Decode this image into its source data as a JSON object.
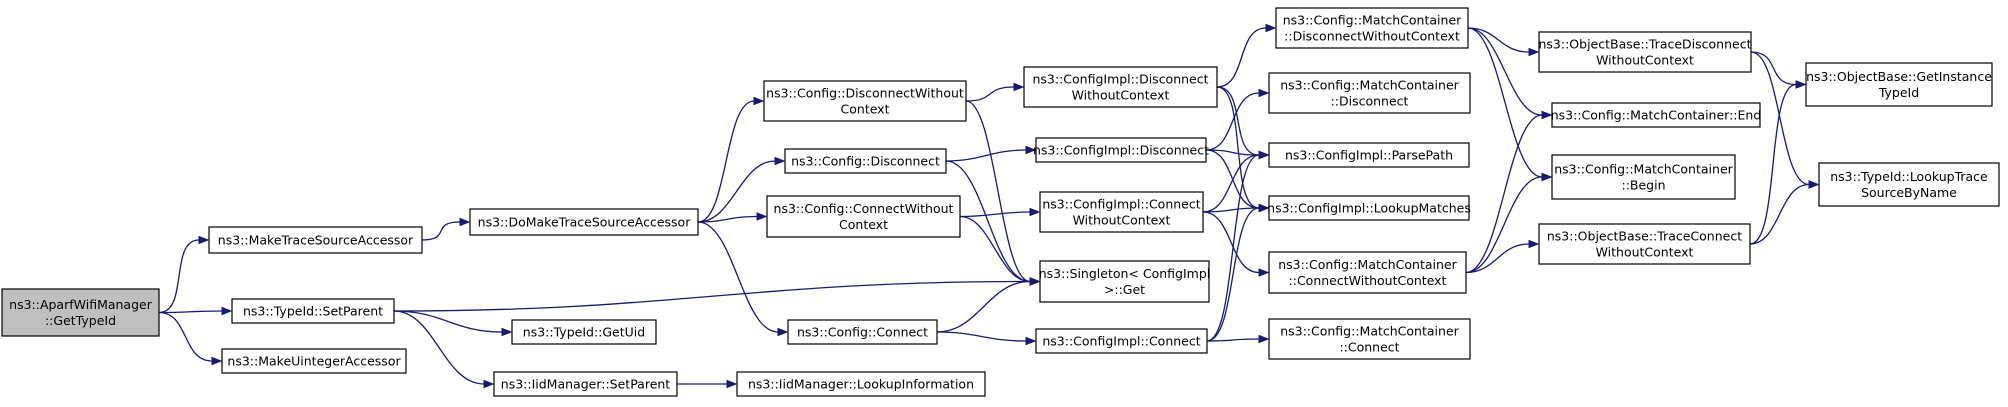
{
  "colors": {
    "edge": "#191970",
    "root_fill": "#bfbfbf",
    "node_fill": "#ffffff",
    "node_border": "#000000"
  },
  "nodes": [
    {
      "id": "n0",
      "label": [
        "ns3::AparfWifiManager",
        "::GetTypeId"
      ],
      "root": true
    },
    {
      "id": "n1",
      "label": [
        "ns3::MakeTraceSourceAccessor"
      ]
    },
    {
      "id": "n2",
      "label": [
        "ns3::TypeId::SetParent"
      ]
    },
    {
      "id": "n3",
      "label": [
        "ns3::MakeUintegerAccessor"
      ]
    },
    {
      "id": "n4",
      "label": [
        "ns3::DoMakeTraceSourceAccessor"
      ]
    },
    {
      "id": "n5",
      "label": [
        "ns3::Config::DisconnectWithout",
        "Context"
      ]
    },
    {
      "id": "n6",
      "label": [
        "ns3::Config::Disconnect"
      ]
    },
    {
      "id": "n7",
      "label": [
        "ns3::Config::ConnectWithout",
        "Context"
      ]
    },
    {
      "id": "n8",
      "label": [
        "ns3::Config::Connect"
      ]
    },
    {
      "id": "n9",
      "label": [
        "ns3::TypeId::GetUid"
      ]
    },
    {
      "id": "n10",
      "label": [
        "ns3::IidManager::SetParent"
      ]
    },
    {
      "id": "n11",
      "label": [
        "ns3::IidManager::LookupInformation"
      ]
    },
    {
      "id": "n12",
      "label": [
        "ns3::ConfigImpl::Disconnect",
        "WithoutContext"
      ]
    },
    {
      "id": "n13",
      "label": [
        "ns3::ConfigImpl::Disconnect"
      ]
    },
    {
      "id": "n14",
      "label": [
        "ns3::ConfigImpl::Connect",
        "WithoutContext"
      ]
    },
    {
      "id": "n15",
      "label": [
        "ns3::Singleton< ConfigImpl",
        " >::Get"
      ]
    },
    {
      "id": "n16",
      "label": [
        "ns3::ConfigImpl::Connect"
      ]
    },
    {
      "id": "n17",
      "label": [
        "ns3::Config::MatchContainer",
        "::DisconnectWithoutContext"
      ]
    },
    {
      "id": "n18",
      "label": [
        "ns3::Config::MatchContainer",
        "::Disconnect"
      ]
    },
    {
      "id": "n19",
      "label": [
        "ns3::ConfigImpl::ParsePath"
      ]
    },
    {
      "id": "n20",
      "label": [
        "ns3::ConfigImpl::LookupMatches"
      ]
    },
    {
      "id": "n21",
      "label": [
        "ns3::Config::MatchContainer",
        "::ConnectWithoutContext"
      ]
    },
    {
      "id": "n22",
      "label": [
        "ns3::Config::MatchContainer",
        "::Connect"
      ]
    },
    {
      "id": "n23",
      "label": [
        "ns3::ObjectBase::TraceDisconnect",
        "WithoutContext"
      ]
    },
    {
      "id": "n24",
      "label": [
        "ns3::Config::MatchContainer::End"
      ]
    },
    {
      "id": "n25",
      "label": [
        "ns3::Config::MatchContainer",
        "::Begin"
      ]
    },
    {
      "id": "n26",
      "label": [
        "ns3::ObjectBase::TraceConnect",
        "WithoutContext"
      ]
    },
    {
      "id": "n27",
      "label": [
        "ns3::ObjectBase::GetInstance",
        "TypeId"
      ]
    },
    {
      "id": "n28",
      "label": [
        "ns3::TypeId::LookupTrace",
        "SourceByName"
      ]
    }
  ],
  "edges": [
    [
      "n0",
      "n1"
    ],
    [
      "n0",
      "n2"
    ],
    [
      "n0",
      "n3"
    ],
    [
      "n1",
      "n4"
    ],
    [
      "n2",
      "n9"
    ],
    [
      "n2",
      "n10"
    ],
    [
      "n2",
      "n15"
    ],
    [
      "n10",
      "n11"
    ],
    [
      "n4",
      "n5"
    ],
    [
      "n4",
      "n6"
    ],
    [
      "n4",
      "n7"
    ],
    [
      "n4",
      "n8"
    ],
    [
      "n5",
      "n12"
    ],
    [
      "n5",
      "n15"
    ],
    [
      "n6",
      "n13"
    ],
    [
      "n6",
      "n15"
    ],
    [
      "n7",
      "n14"
    ],
    [
      "n7",
      "n15"
    ],
    [
      "n8",
      "n16"
    ],
    [
      "n8",
      "n15"
    ],
    [
      "n12",
      "n17"
    ],
    [
      "n12",
      "n19"
    ],
    [
      "n12",
      "n20"
    ],
    [
      "n13",
      "n18"
    ],
    [
      "n13",
      "n19"
    ],
    [
      "n13",
      "n20"
    ],
    [
      "n14",
      "n21"
    ],
    [
      "n14",
      "n19"
    ],
    [
      "n14",
      "n20"
    ],
    [
      "n16",
      "n22"
    ],
    [
      "n16",
      "n19"
    ],
    [
      "n16",
      "n20"
    ],
    [
      "n17",
      "n23"
    ],
    [
      "n17",
      "n24"
    ],
    [
      "n17",
      "n25"
    ],
    [
      "n21",
      "n26"
    ],
    [
      "n21",
      "n24"
    ],
    [
      "n21",
      "n25"
    ],
    [
      "n23",
      "n27"
    ],
    [
      "n23",
      "n28"
    ],
    [
      "n26",
      "n27"
    ],
    [
      "n26",
      "n28"
    ]
  ]
}
